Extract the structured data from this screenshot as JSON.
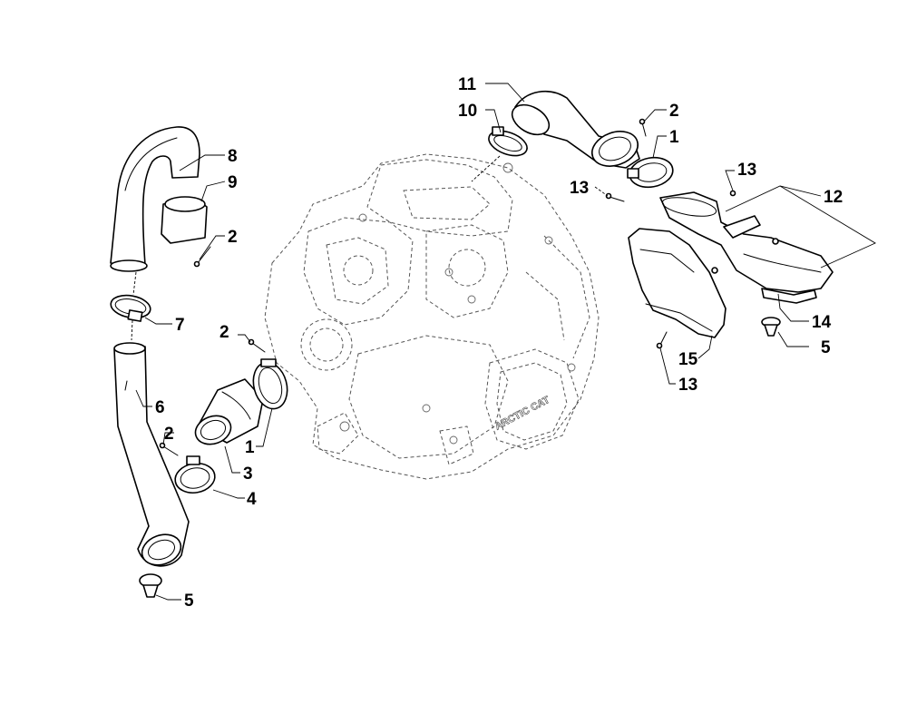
{
  "diagram": {
    "engine_brand_mark": "ARCTIC CAT",
    "callouts": [
      {
        "id": "c-8",
        "label": "8"
      },
      {
        "id": "c-9",
        "label": "9"
      },
      {
        "id": "c-2a",
        "label": "2"
      },
      {
        "id": "c-7",
        "label": "7"
      },
      {
        "id": "c-2b",
        "label": "2"
      },
      {
        "id": "c-6",
        "label": "6"
      },
      {
        "id": "c-2c",
        "label": "2"
      },
      {
        "id": "c-1a",
        "label": "1"
      },
      {
        "id": "c-3",
        "label": "3"
      },
      {
        "id": "c-4",
        "label": "4"
      },
      {
        "id": "c-5a",
        "label": "5"
      },
      {
        "id": "c-11",
        "label": "11"
      },
      {
        "id": "c-10",
        "label": "10"
      },
      {
        "id": "c-2d",
        "label": "2"
      },
      {
        "id": "c-1b",
        "label": "1"
      },
      {
        "id": "c-13a",
        "label": "13"
      },
      {
        "id": "c-13b",
        "label": "13"
      },
      {
        "id": "c-12",
        "label": "12"
      },
      {
        "id": "c-14",
        "label": "14"
      },
      {
        "id": "c-5b",
        "label": "5"
      },
      {
        "id": "c-15",
        "label": "15"
      },
      {
        "id": "c-13c",
        "label": "13"
      }
    ]
  }
}
